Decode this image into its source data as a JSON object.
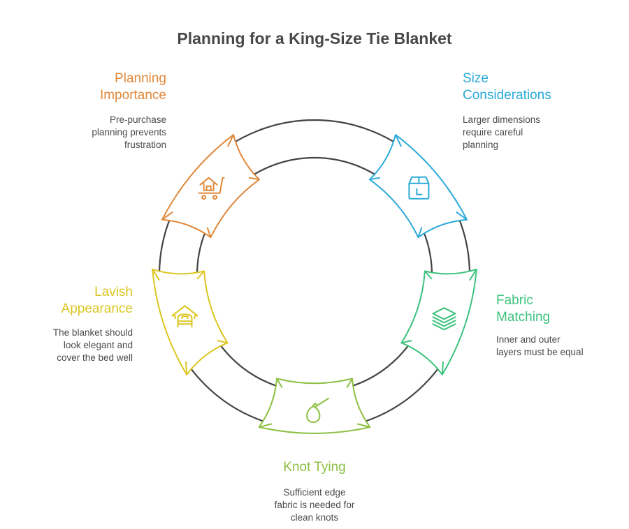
{
  "title": "Planning for a King-Size Tie Blanket",
  "colors": {
    "ring": "#444444",
    "planning": "#E0883A",
    "size": "#2BAAD8",
    "fabric": "#3EC37E",
    "knot": "#8DC043",
    "lavish": "#DCC622"
  },
  "steps": [
    {
      "id": "planning",
      "title_line1": "Planning",
      "title_line2": "Importance",
      "desc_line1": "Pre-purchase",
      "desc_line2": "planning prevents",
      "desc_line3": "frustration",
      "icon": "house-cart-icon"
    },
    {
      "id": "size",
      "title_line1": "Size",
      "title_line2": "Considerations",
      "desc_line1": "Larger dimensions",
      "desc_line2": "require careful",
      "desc_line3": "planning",
      "icon": "box-icon"
    },
    {
      "id": "fabric",
      "title_line1": "Fabric",
      "title_line2": "Matching",
      "desc_line1": "Inner and outer",
      "desc_line2": "layers must be equal",
      "icon": "layers-icon"
    },
    {
      "id": "knot",
      "title_line1": "Knot Tying",
      "desc_line1": "Sufficient edge",
      "desc_line2": "fabric is needed for",
      "desc_line3": "clean knots",
      "icon": "knot-icon"
    },
    {
      "id": "lavish",
      "title_line1": "Lavish",
      "title_line2": "Appearance",
      "desc_line1": "The blanket should",
      "desc_line2": "look elegant and",
      "desc_line3": "cover the bed well",
      "icon": "house-bed-icon"
    }
  ]
}
